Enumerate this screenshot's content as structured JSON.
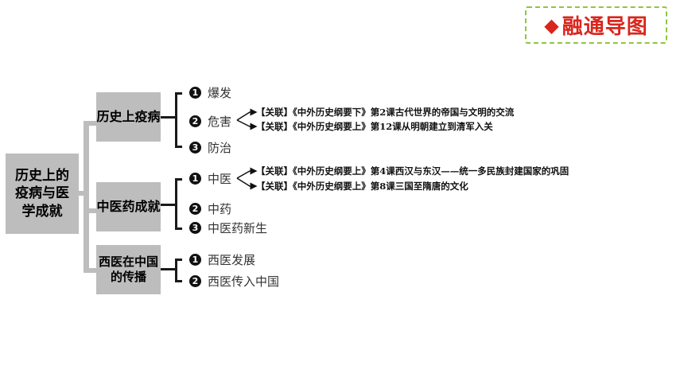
{
  "header": {
    "badge_icon": "diamond-icon",
    "badge_text": "融通导图",
    "accent": "#d9261c",
    "border": "#8fc63d"
  },
  "root": {
    "label": "历史上的疫病与医学成就"
  },
  "topics": [
    {
      "label": "历史上疫病",
      "items": [
        {
          "num": "1",
          "label": "爆发"
        },
        {
          "num": "2",
          "label": "危害"
        },
        {
          "num": "3",
          "label": "防治"
        }
      ]
    },
    {
      "label": "中医药成就",
      "items": [
        {
          "num": "1",
          "label": "中医"
        },
        {
          "num": "2",
          "label": "中药"
        },
        {
          "num": "3",
          "label": "中医药新生"
        }
      ]
    },
    {
      "label": "西医在中国的传播",
      "items": [
        {
          "num": "1",
          "label": "西医发展"
        },
        {
          "num": "2",
          "label": "西医传入中国"
        }
      ]
    }
  ],
  "links": {
    "harm": [
      "【关联】《中外历史纲要下》第2课古代世界的帝国与文明的交流",
      "【关联】《中外历史纲要上》第12课从明朝建立到清军入关"
    ],
    "tcm": [
      "【关联】《中外历史纲要上》第4课西汉与东汉——统一多民族封建国家的巩固",
      "【关联】《中外历史纲要上》第8课三国至隋唐的文化"
    ]
  }
}
